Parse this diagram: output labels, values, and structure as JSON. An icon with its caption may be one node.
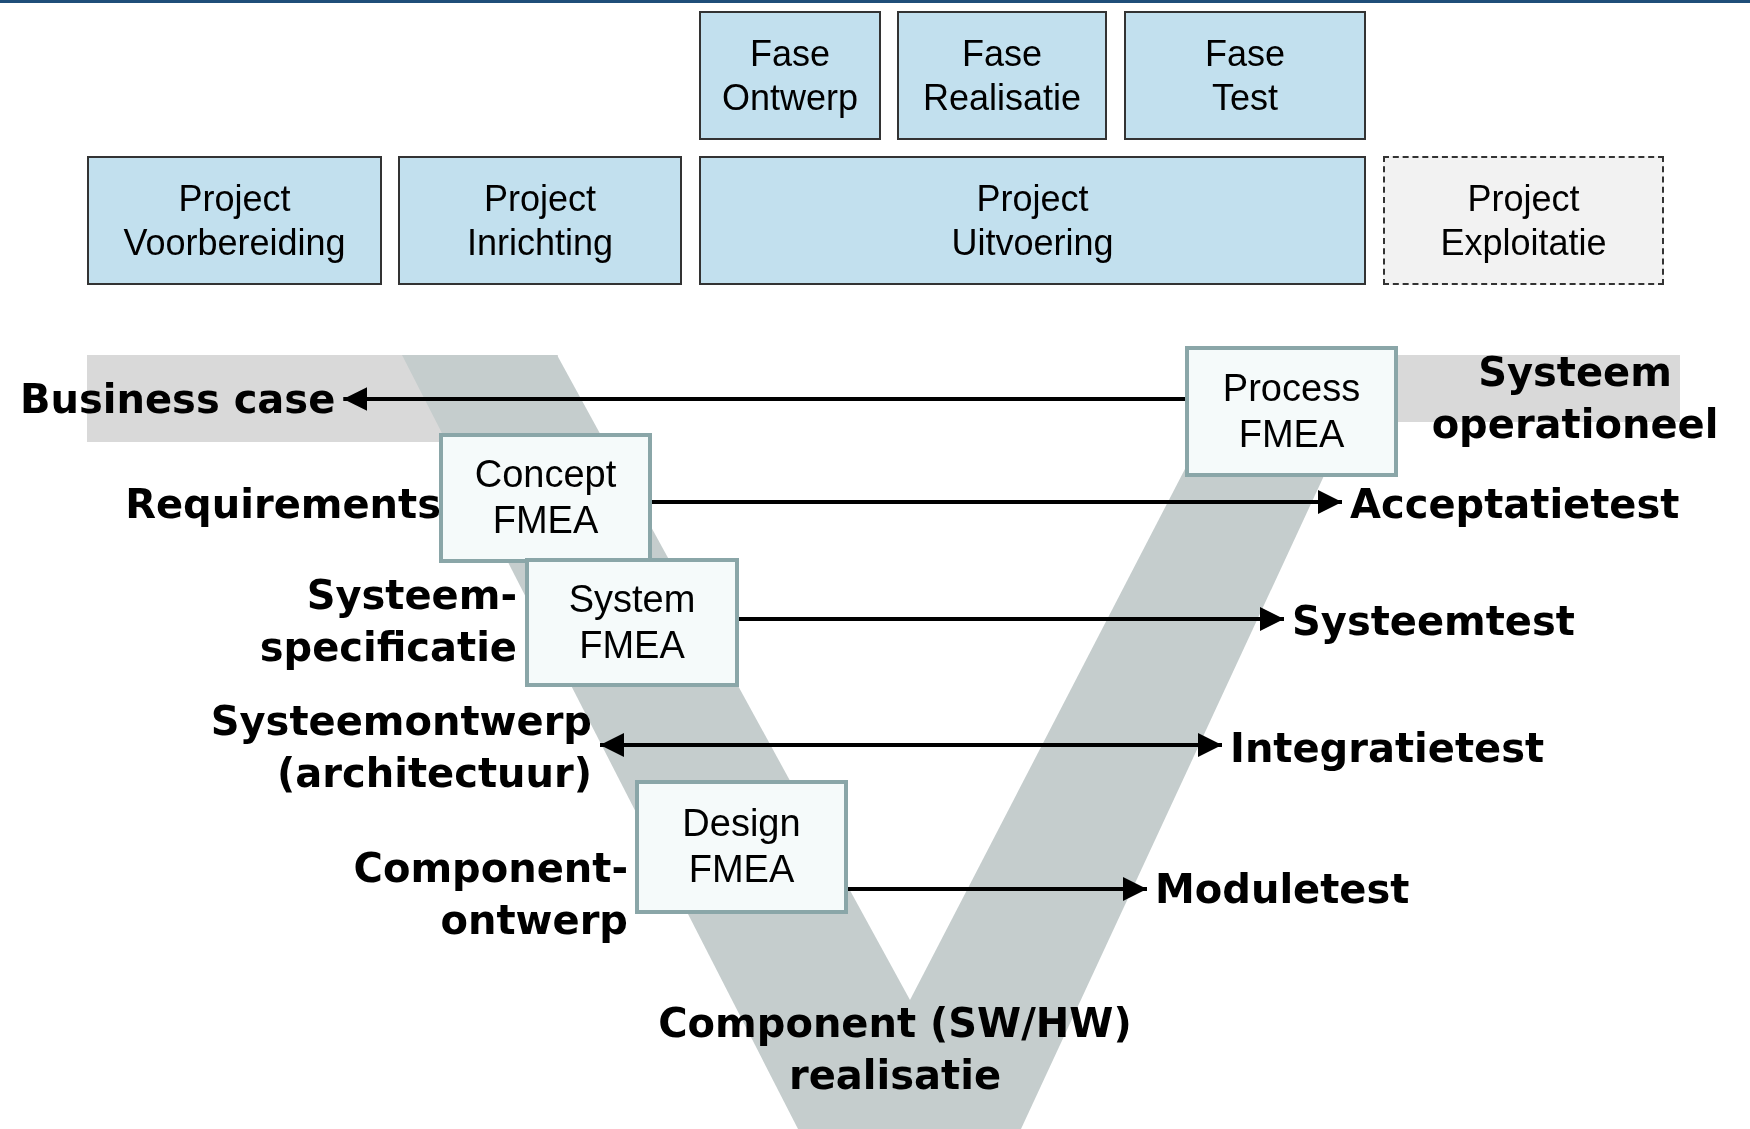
{
  "diagram": {
    "nodes": [
      {
        "text": [
          "Fase Ontwerp"
        ]
      },
      {
        "text": [
          "Fase Realisatie"
        ]
      },
      {
        "text": [
          "Fase Test"
        ]
      },
      {
        "text": [
          "Project Voorbereiding"
        ]
      },
      {
        "text": [
          "Project Inrichting"
        ]
      },
      {
        "text": [
          "Project Uitvoering"
        ]
      },
      {
        "text": [
          "Project Exploitatie"
        ]
      },
      {
        "text": [
          "Business case"
        ]
      },
      {
        "text": [
          "Process FMEA"
        ]
      },
      {
        "text": [
          "Concept FMEA"
        ]
      },
      {
        "text": [
          "Acceptatietest"
        ]
      },
      {
        "text": [
          "System FMEA"
        ]
      },
      {
        "text": [
          "Systeemtest"
        ]
      },
      {
        "text": [
          "Systeemontwerp (architectuur)"
        ]
      },
      {
        "text": [
          "Integratietest"
        ]
      },
      {
        "text": [
          "Design FMEA"
        ]
      },
      {
        "text": [
          "Moduletest"
        ]
      }
    ],
    "edges": [
      {
        "from": 8,
        "to": 7,
        "arrow": "to"
      },
      {
        "from": 9,
        "to": 10,
        "arrow": "to"
      },
      {
        "from": 11,
        "to": 12,
        "arrow": "to"
      },
      {
        "from": 13,
        "to": 14,
        "arrow": "both"
      },
      {
        "from": 15,
        "to": 16,
        "arrow": "to"
      }
    ],
    "labels": [
      "Systeem operationeel",
      "Requirements",
      "Systeem- specificatie",
      "Component- ontwerp",
      "Component (SW/HW) realisatie"
    ]
  }
}
